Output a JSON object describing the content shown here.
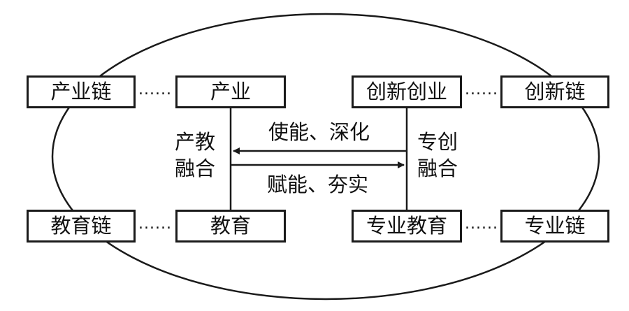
{
  "nodes": {
    "chanyelian": "产业链",
    "chanye": "产业",
    "chuangxinchuangye": "创新创业",
    "chuangxinlian": "创新链",
    "jiaoyulian": "教育链",
    "jiaoyu": "教育",
    "zhuanyejiaoyu": "专业教育",
    "zhuanyelian": "专业链"
  },
  "connectors": {
    "dots": "......"
  },
  "labels": {
    "chanjiao_line1": "产教",
    "chanjiao_line2": "融合",
    "zhuanchuang_line1": "专创",
    "zhuanchuang_line2": "融合",
    "top_arrow": "使能、深化",
    "bottom_arrow": "赋能、夯实"
  }
}
